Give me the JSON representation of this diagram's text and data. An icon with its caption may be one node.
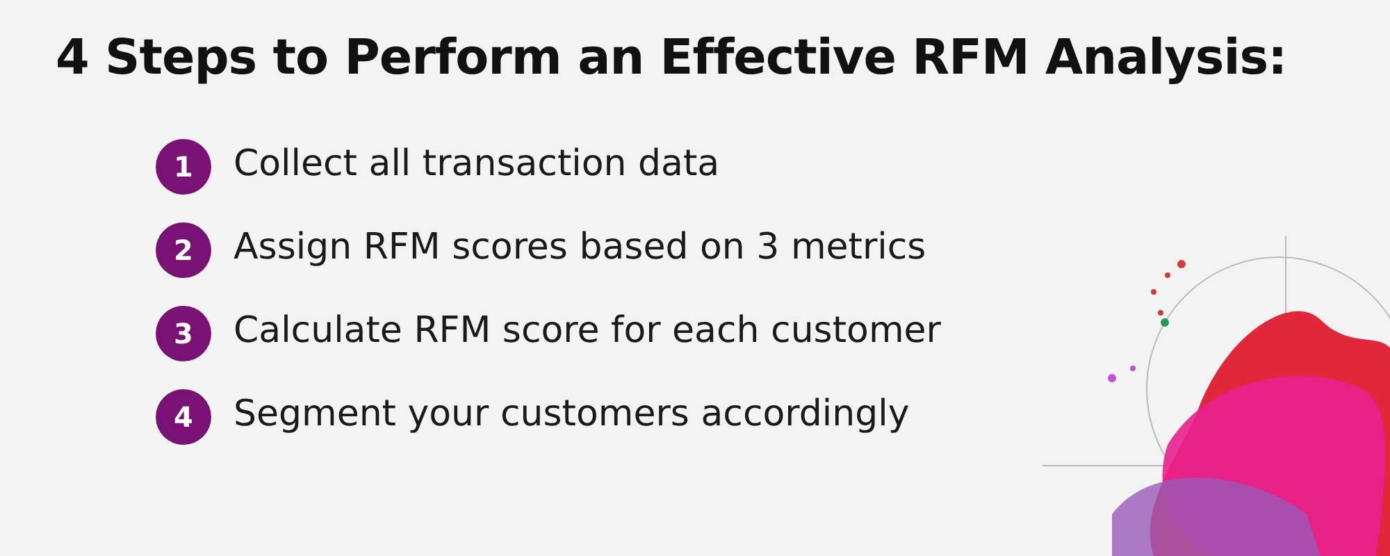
{
  "diagram": {
    "title": "4 Steps to Perform an Effective RFM Analysis:",
    "nodes": [
      {
        "text": [
          "1"
        ],
        "beside": [
          "Collect all transaction data"
        ]
      },
      {
        "text": [
          "2"
        ],
        "beside": [
          "Assign RFM scores based on 3 metrics"
        ]
      },
      {
        "text": [
          "3"
        ],
        "beside": [
          "Calculate RFM score for each customer"
        ]
      },
      {
        "text": [
          "4"
        ],
        "beside": [
          "Segment your customers accordingly"
        ]
      }
    ]
  }
}
